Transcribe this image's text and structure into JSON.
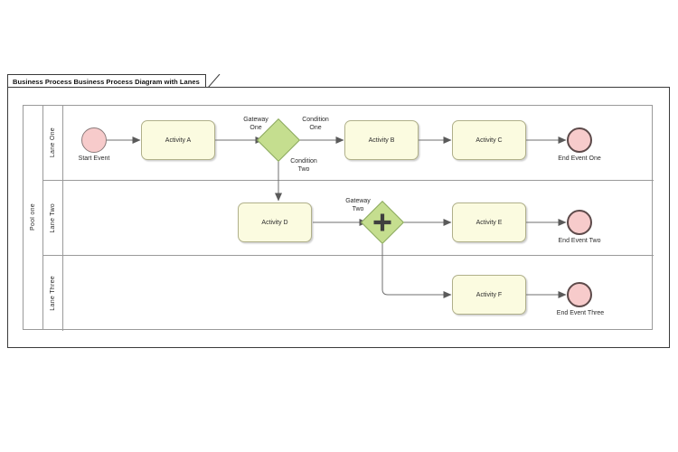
{
  "tab": {
    "label": "Business Process Business Process Diagram with Lanes"
  },
  "pool": {
    "label": "Pool one",
    "lanes": [
      {
        "label": "Lane One"
      },
      {
        "label": "Lane Two"
      },
      {
        "label": "Lane Three"
      }
    ]
  },
  "nodes": {
    "start_event": {
      "label": "Start Event",
      "type": "start-event"
    },
    "activity_a": {
      "label": "Activity A",
      "type": "task"
    },
    "gateway_one": {
      "label": "Gateway\nOne",
      "label_line1": "Gateway",
      "label_line2": "One",
      "type": "exclusive-gateway"
    },
    "activity_b": {
      "label": "Activity B",
      "type": "task"
    },
    "activity_c": {
      "label": "Activity C",
      "type": "task"
    },
    "end_event_one": {
      "label": "End Event One",
      "type": "end-event"
    },
    "activity_d": {
      "label": "Activity D",
      "type": "task"
    },
    "gateway_two": {
      "label_line1": "Gateway",
      "label_line2": "Two",
      "type": "parallel-gateway"
    },
    "activity_e": {
      "label": "Activity E",
      "type": "task"
    },
    "end_event_two": {
      "label": "End Event Two",
      "type": "end-event"
    },
    "activity_f": {
      "label": "Activity F",
      "type": "task"
    },
    "end_event_three": {
      "label": "End Event Three",
      "type": "end-event"
    }
  },
  "flows": {
    "condition_one": {
      "label_line1": "Condition",
      "label_line2": "One"
    },
    "condition_two": {
      "label_line1": "Condition",
      "label_line2": "Two"
    }
  },
  "colors": {
    "task_fill": "#fbfbe0",
    "task_stroke": "#b0b08a",
    "event_fill": "#f7cbcb",
    "start_event_stroke": "#8b7b7b",
    "end_event_stroke": "#5d4a4a",
    "gateway_fill": "#c5de8f",
    "gateway_stroke": "#8aa85e",
    "connector": "#6f6f6f",
    "lane_stroke": "#9a9a9a",
    "frame_stroke": "#3a3a3a",
    "text": "#2b2b2b",
    "background": "#ffffff"
  }
}
